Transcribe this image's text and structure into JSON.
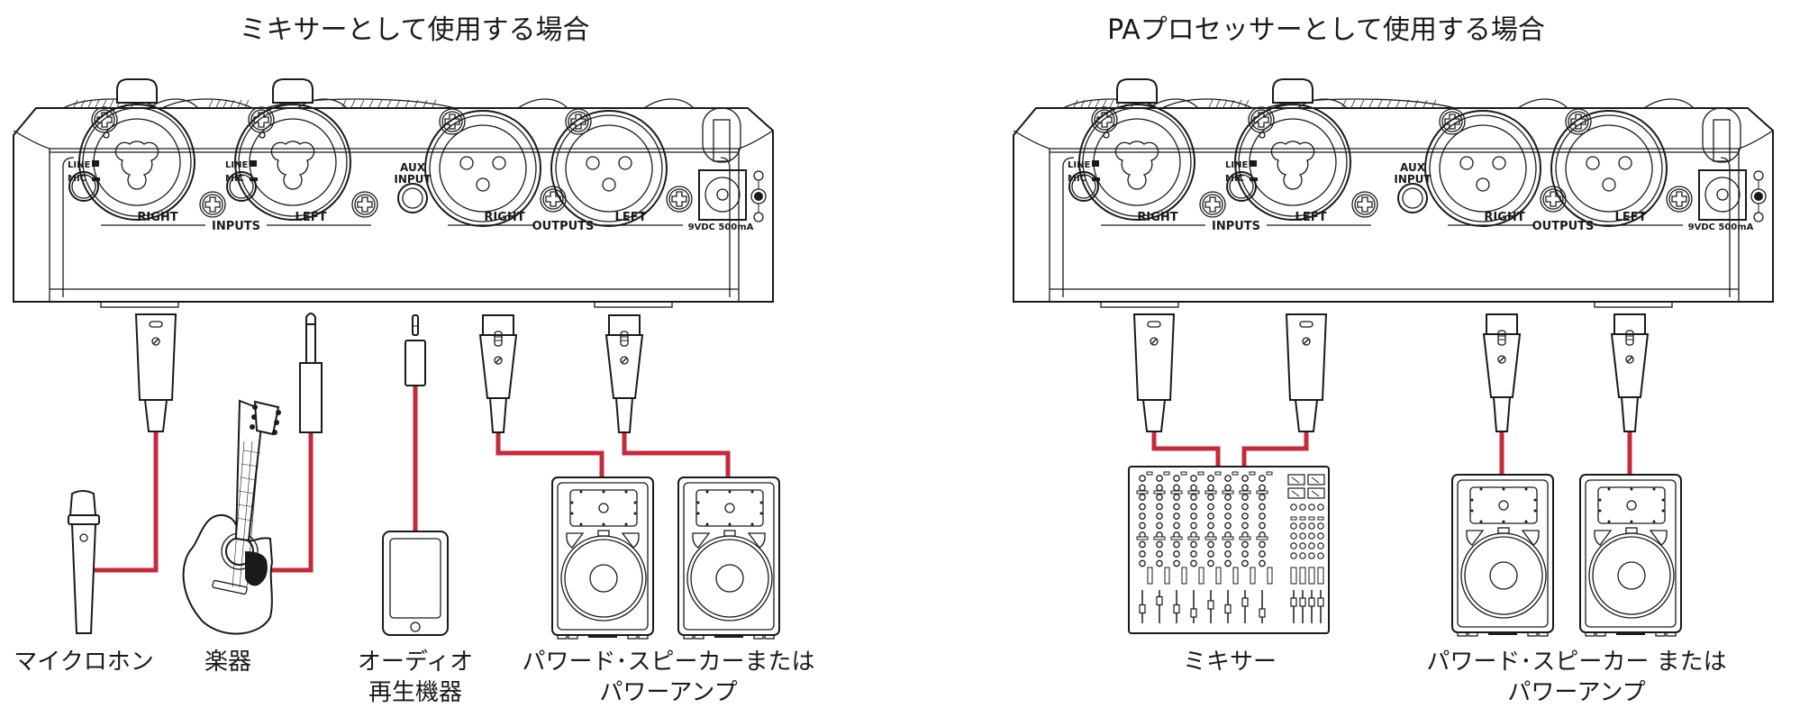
{
  "colors": {
    "cable": "#c8283c",
    "line": "#1a1a1a",
    "background": "#ffffff"
  },
  "panels": [
    {
      "title": "ミキサーとして使用する場合",
      "device": {
        "input_switch_line": "LINE",
        "input_switch_mic": "MIC",
        "input_right": "RIGHT",
        "input_left": "LEFT",
        "inputs_group": "INPUTS",
        "aux_line1": "AUX",
        "aux_line2": "INPUT",
        "output_right": "RIGHT",
        "output_left": "LEFT",
        "outputs_group": "OUTPUTS",
        "power_rating": "9VDC  500mA"
      },
      "sources": [
        {
          "name": "microphone-icon",
          "label": "マイクロホン"
        },
        {
          "name": "guitar-icon",
          "label": "楽器"
        },
        {
          "name": "audio-player-icon",
          "label_line1": "オーディオ",
          "label_line2": "再生機器"
        },
        {
          "name": "powered-speaker-icon",
          "label_line1": "パワード･スピーカーまたは",
          "label_line2": "パワーアンプ"
        }
      ]
    },
    {
      "title": "PAプロセッサーとして使用する場合",
      "device": {
        "input_switch_line": "LINE",
        "input_switch_mic": "MIC",
        "input_right": "RIGHT",
        "input_left": "LEFT",
        "inputs_group": "INPUTS",
        "aux_line1": "AUX",
        "aux_line2": "INPUT",
        "output_right": "RIGHT",
        "output_left": "LEFT",
        "outputs_group": "OUTPUTS",
        "power_rating": "9VDC  500mA"
      },
      "sources": [
        {
          "name": "mixer-icon",
          "label": "ミキサー"
        },
        {
          "name": "powered-speaker-icon",
          "label_line1": "パワード･スピーカー または",
          "label_line2": "パワーアンプ"
        }
      ]
    }
  ]
}
